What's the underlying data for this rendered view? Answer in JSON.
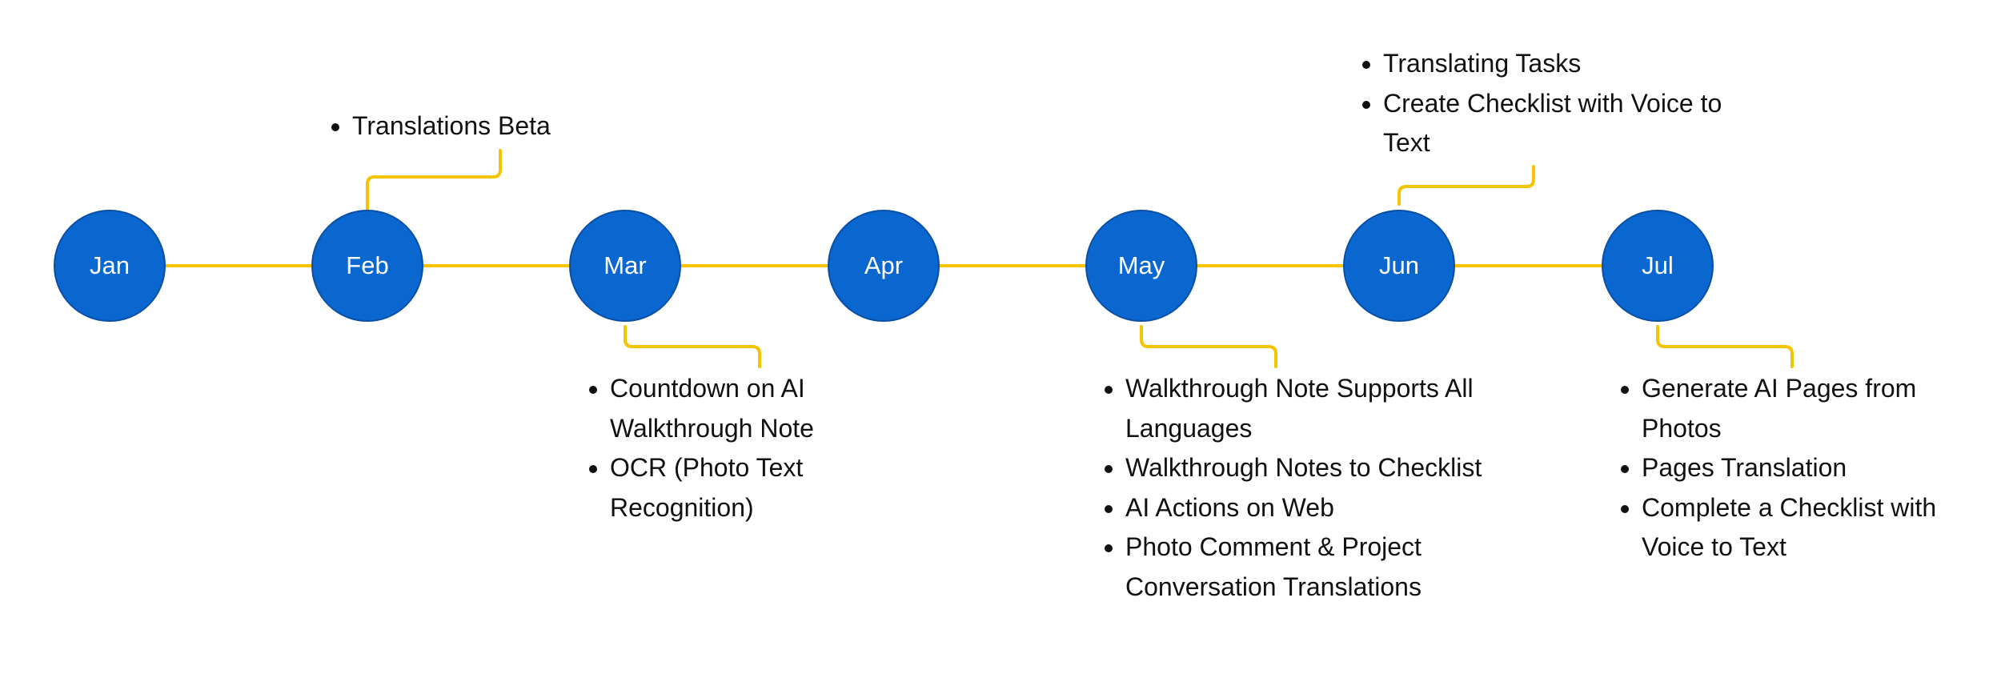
{
  "colors": {
    "circle_fill": "#0b67d0",
    "circle_border": "#0a4fa6",
    "connector": "#f5c400",
    "text": "#111111"
  },
  "months": [
    {
      "label": "Jan"
    },
    {
      "label": "Feb"
    },
    {
      "label": "Mar"
    },
    {
      "label": "Apr"
    },
    {
      "label": "May"
    },
    {
      "label": "Jun"
    },
    {
      "label": "Jul"
    }
  ],
  "notes": {
    "feb": [
      "Translations Beta"
    ],
    "mar": [
      "Countdown on AI Walkthrough Note",
      "OCR (Photo Text Recognition)"
    ],
    "may": [
      "Walkthrough Note Supports All Languages",
      "Walkthrough Notes to Checklist",
      "AI Actions on Web",
      "Photo Comment & Project Conversation Translations"
    ],
    "jun": [
      "Translating Tasks",
      "Create Checklist with Voice to Text"
    ],
    "jul": [
      "Generate AI Pages from Photos",
      "Pages Translation",
      "Complete a Checklist with Voice to Text"
    ]
  }
}
